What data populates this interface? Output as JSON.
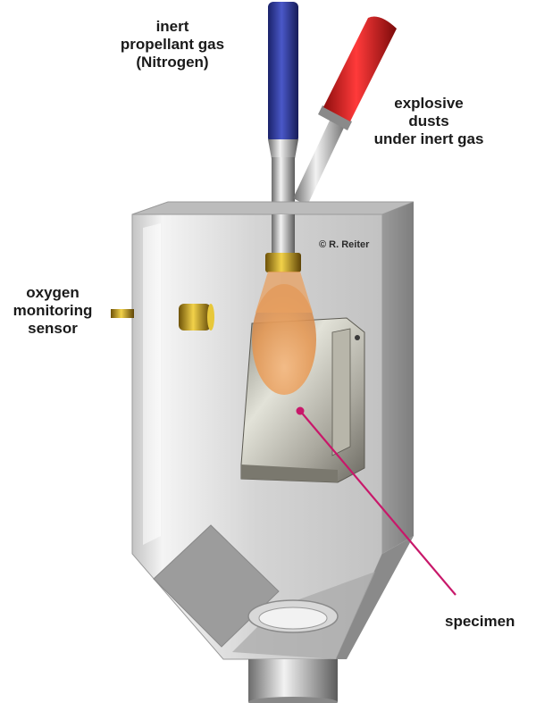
{
  "labels": {
    "inert_gas": [
      "inert",
      "propellant gas",
      "(Nitrogen)"
    ],
    "explosive_dusts": [
      "explosive",
      "dusts",
      "under inert gas"
    ],
    "oxygen_sensor": [
      "oxygen",
      "monitoring",
      "sensor"
    ],
    "specimen": "specimen"
  },
  "copyright": "© R. Reiter",
  "colors": {
    "inert_gas_tube": "#2a3590",
    "explosive_dust_tube": "#d81c1c",
    "pointer_line": "#c8186a",
    "dust_cloud": "#e8a060",
    "brass": "#c8a020"
  }
}
